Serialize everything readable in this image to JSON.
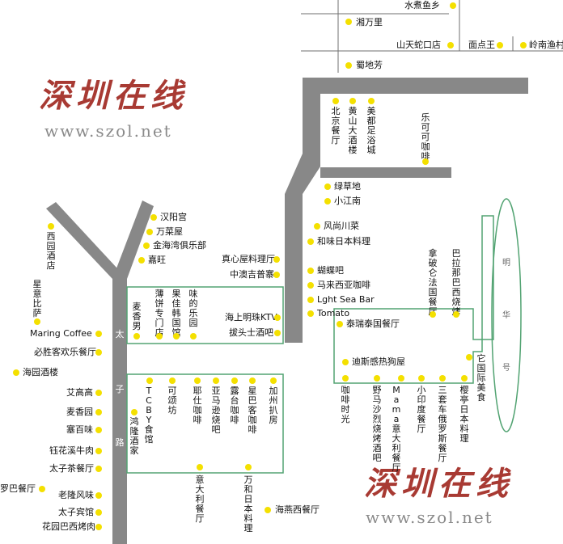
{
  "colors": {
    "road": "#888888",
    "street": "#6f6f6f",
    "block": "#52a372",
    "dot": "#f4e000",
    "logo": "#a83a33",
    "url": "#8a8a8a"
  },
  "roads": {
    "taizi": [
      "太",
      "子",
      "路"
    ],
    "minghua": [
      "明",
      "华",
      "号"
    ]
  },
  "logos": [
    {
      "text": "深圳在线",
      "url": "www.szol.net"
    },
    {
      "text": "深圳在线",
      "url": "www.szol.net"
    }
  ],
  "places_h": [
    {
      "id": "shuizhuyuxiang",
      "text": "水煮鱼乡"
    },
    {
      "id": "xiangwanli",
      "text": "湘万里"
    },
    {
      "id": "shantianshekoudian",
      "text": "山天蛇口店"
    },
    {
      "id": "miandianwang",
      "text": "面点王"
    },
    {
      "id": "lingnanyucun",
      "text": "岭南渔村"
    },
    {
      "id": "shudifang",
      "text": "蜀地芳"
    },
    {
      "id": "lvcaodi",
      "text": "绿草地"
    },
    {
      "id": "xiaojiangnan",
      "text": "小江南"
    },
    {
      "id": "fengshangchuancai",
      "text": "风尚川菜"
    },
    {
      "id": "hewei",
      "text": "和味日本料理"
    },
    {
      "id": "hanyanggong",
      "text": "汉阳宫"
    },
    {
      "id": "wancaiwu",
      "text": "万菜屋"
    },
    {
      "id": "jinhaiwan",
      "text": "金海湾俱乐部"
    },
    {
      "id": "jiawang",
      "text": "嘉旺"
    },
    {
      "id": "zhenxinwu",
      "text": "真心屋料理厅"
    },
    {
      "id": "zhongaoji",
      "text": "中澳吉普寨"
    },
    {
      "id": "hudieba",
      "text": "蝴蝶吧"
    },
    {
      "id": "malaixiya",
      "text": "马来西亚咖啡"
    },
    {
      "id": "lightsea",
      "text": "Lght Sea Bar"
    },
    {
      "id": "tomato",
      "text": "Tomato"
    },
    {
      "id": "haishangmingzhu",
      "text": "海上明珠KTV"
    },
    {
      "id": "batoushi",
      "text": "拔头士酒吧"
    },
    {
      "id": "tairui",
      "text": "泰瑞泰国餐厅"
    },
    {
      "id": "disigan",
      "text": "迪斯感热狗屋"
    },
    {
      "id": "maring",
      "text": "Maring Coffee"
    },
    {
      "id": "bishengke",
      "text": "必胜客欢乐餐厅"
    },
    {
      "id": "haiyuanxiu",
      "text": "海园酒楼"
    },
    {
      "id": "aigaogao",
      "text": "艾高高"
    },
    {
      "id": "maixiangyuan",
      "text": "麦香园"
    },
    {
      "id": "saibaiwei",
      "text": "塞百味"
    },
    {
      "id": "yuhuaxi",
      "text": "钰花溪牛肉"
    },
    {
      "id": "taizicha",
      "text": "太子茶餐厅"
    },
    {
      "id": "luoba",
      "text": "罗巴餐厅"
    },
    {
      "id": "laolong",
      "text": "老隆风味"
    },
    {
      "id": "taiziguan",
      "text": "太子宾馆"
    },
    {
      "id": "huayuanbaxi",
      "text": "花园巴西烤肉"
    },
    {
      "id": "haiyanxi",
      "text": "海燕西餐厅"
    }
  ],
  "places_v": [
    {
      "id": "beijing",
      "text": "北京餐厅"
    },
    {
      "id": "huangshan",
      "text": "黄山大酒楼"
    },
    {
      "id": "meidu",
      "text": "美都足浴城"
    },
    {
      "id": "lekeke",
      "text": "乐可可咖啡"
    },
    {
      "id": "xiyuan",
      "text": "西园酒店"
    },
    {
      "id": "xingyi",
      "text": "星意比萨"
    },
    {
      "id": "maixiaonan",
      "text": "麦香男"
    },
    {
      "id": "baobing",
      "text": "薄饼专门店"
    },
    {
      "id": "guojia",
      "text": "果佳韩国馆"
    },
    {
      "id": "weide",
      "text": "味的乐园"
    },
    {
      "id": "napolun",
      "text": "拿破仑法国餐厅"
    },
    {
      "id": "balana",
      "text": "巴拉那巴西烧烤"
    },
    {
      "id": "taizongguoji",
      "text": "它国际美食"
    },
    {
      "id": "tcby",
      "text": "TCBY食馆"
    },
    {
      "id": "hongxiang",
      "text": "鸿隆酒家"
    },
    {
      "id": "kesong",
      "text": "可颂坊"
    },
    {
      "id": "yeshi",
      "text": "耶仕咖啡"
    },
    {
      "id": "yama",
      "text": "亚马逊烧吧"
    },
    {
      "id": "lutai",
      "text": "露台咖啡"
    },
    {
      "id": "xingba",
      "text": "星巴客咖啡"
    },
    {
      "id": "jiazhou",
      "text": "加州扒房"
    },
    {
      "id": "yidali",
      "text": "意大利餐厅"
    },
    {
      "id": "wanhe",
      "text": "万和日本料理"
    },
    {
      "id": "kafeishiguang",
      "text": "咖啡时光"
    },
    {
      "id": "yemalu",
      "text": "野马沙烈烧烤酒吧"
    },
    {
      "id": "mamas",
      "text": "Mama意大利餐厅"
    },
    {
      "id": "xiaoyindu",
      "text": "小印度餐厅"
    },
    {
      "id": "sanguo",
      "text": "三套车俄罗斯餐厅"
    },
    {
      "id": "yingting",
      "text": "樱亭日本料理"
    }
  ]
}
